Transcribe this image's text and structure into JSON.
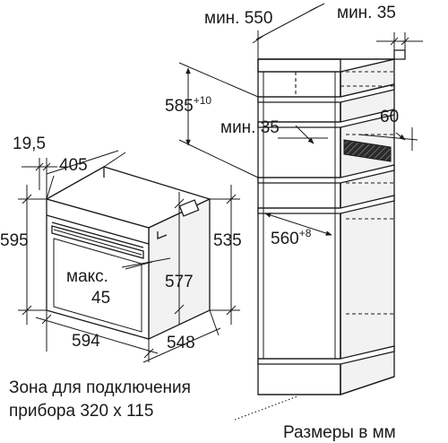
{
  "labels": {
    "cab_depth_min": "мин. 550",
    "cab_gap_min": "мин. 35",
    "cab_niche_height": "585",
    "cab_niche_height_tol": "+10",
    "cab_vent_min": "мин. 35",
    "cab_vent_depth": "60",
    "cab_width": "560",
    "cab_width_tol": "+8",
    "oven_offset": "19,5",
    "oven_width_top": "405",
    "oven_height": "595",
    "oven_inner_height": "535",
    "oven_max_label": "макс.",
    "oven_max_value": "45",
    "oven_body_height": "577",
    "oven_width": "594",
    "oven_depth": "548"
  },
  "notes": {
    "connection_zone_line1": "Зона для подключения",
    "connection_zone_line2": "прибора 320 х 115",
    "units": "Размеры в мм"
  },
  "colors": {
    "ink": "#1a1a1a",
    "vent_hatch": "#2a2a2a",
    "side_fill": "#f2f2f2"
  }
}
